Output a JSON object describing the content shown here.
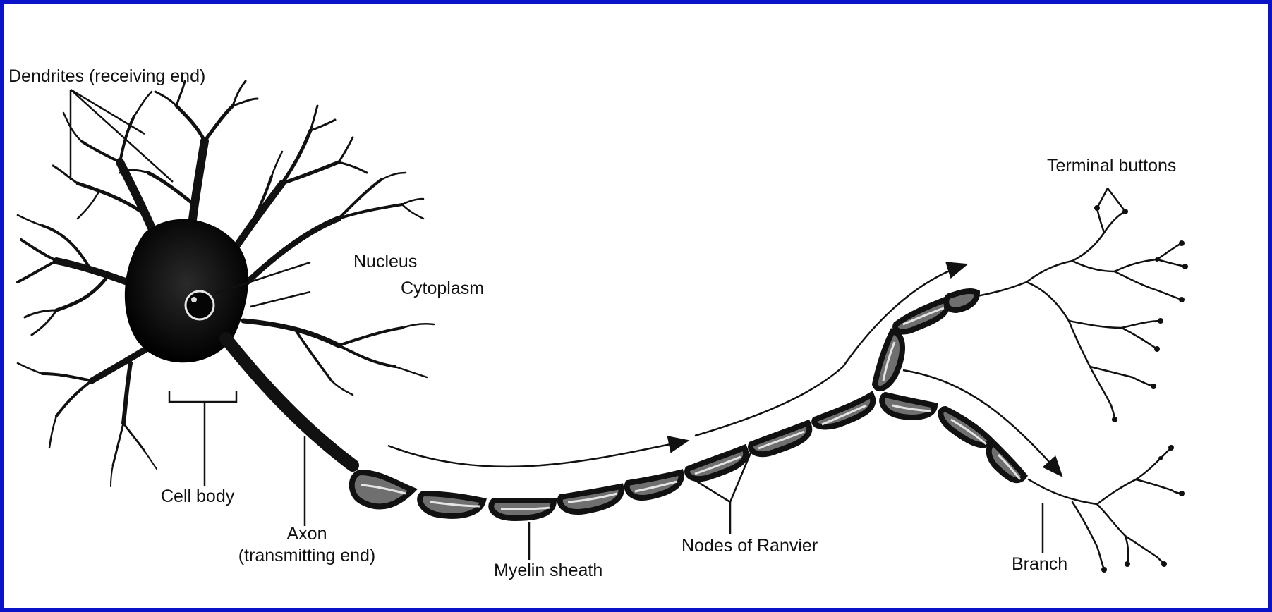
{
  "colors": {
    "border": "#0b13c9",
    "ink": "#111111",
    "background": "#ffffff"
  },
  "labels": {
    "dendrites": "Dendrites (receiving end)",
    "nucleus": "Nucleus",
    "cytoplasm": "Cytoplasm",
    "cell_body": "Cell body",
    "axon_line1": "Axon",
    "axon_line2": "(transmitting end)",
    "myelin_sheath": "Myelin sheath",
    "nodes_of_ranvier": "Nodes of Ranvier",
    "terminal_buttons": "Terminal buttons",
    "branch": "Branch"
  }
}
